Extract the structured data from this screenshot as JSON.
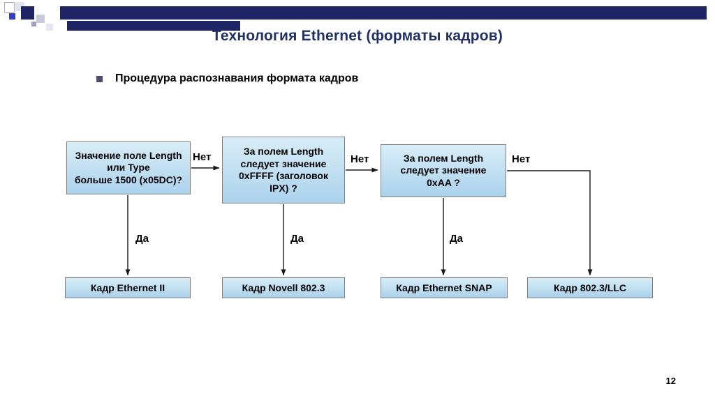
{
  "colors": {
    "accent_navy": "#1e2464",
    "title_navy": "#1f3068",
    "box_fill": "#bfdef2",
    "box_border": "#7f7f7f"
  },
  "slide": {
    "title": "Технология Ethernet  (форматы кадров)",
    "bullet_text": "Процедура распознавания формата кадров",
    "page_number": "12"
  },
  "flowchart": {
    "no_label": "Нет",
    "yes_label": "Да",
    "decisions": [
      {
        "text": "Значение поле Length\nили Type\nбольше 1500 (x05DC)?"
      },
      {
        "text": "За полем Length\nследует значение\n0xFFFF (заголовок\nIPX) ?"
      },
      {
        "text": "За полем Length\nследует значение\n0xAA ?"
      }
    ],
    "results": [
      {
        "label": "Кадр Ethernet II"
      },
      {
        "label": "Кадр Novell 802.3"
      },
      {
        "label": "Кадр Ethernet SNAP"
      },
      {
        "label": "Кадр 802.3/LLC"
      }
    ]
  }
}
